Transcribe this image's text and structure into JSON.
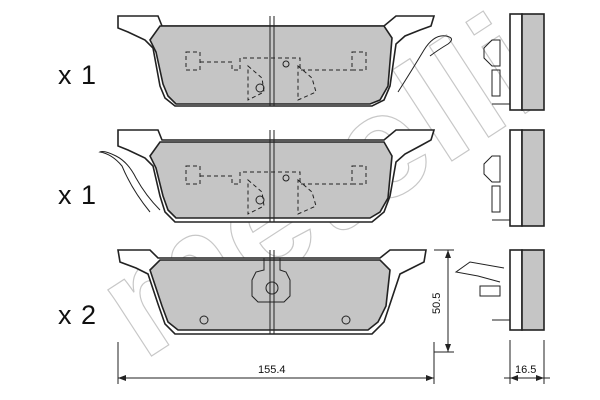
{
  "brand_watermark": "metelli",
  "pads": [
    {
      "quantity_label": "x 1"
    },
    {
      "quantity_label": "x 1"
    },
    {
      "quantity_label": "x 2"
    }
  ],
  "dimensions": {
    "width": "155.4",
    "height": "50.5",
    "thickness": "16.5"
  },
  "colors": {
    "pad_fill": "#c5c5c5",
    "outline": "#222222",
    "watermark": "#9a9a9a"
  }
}
